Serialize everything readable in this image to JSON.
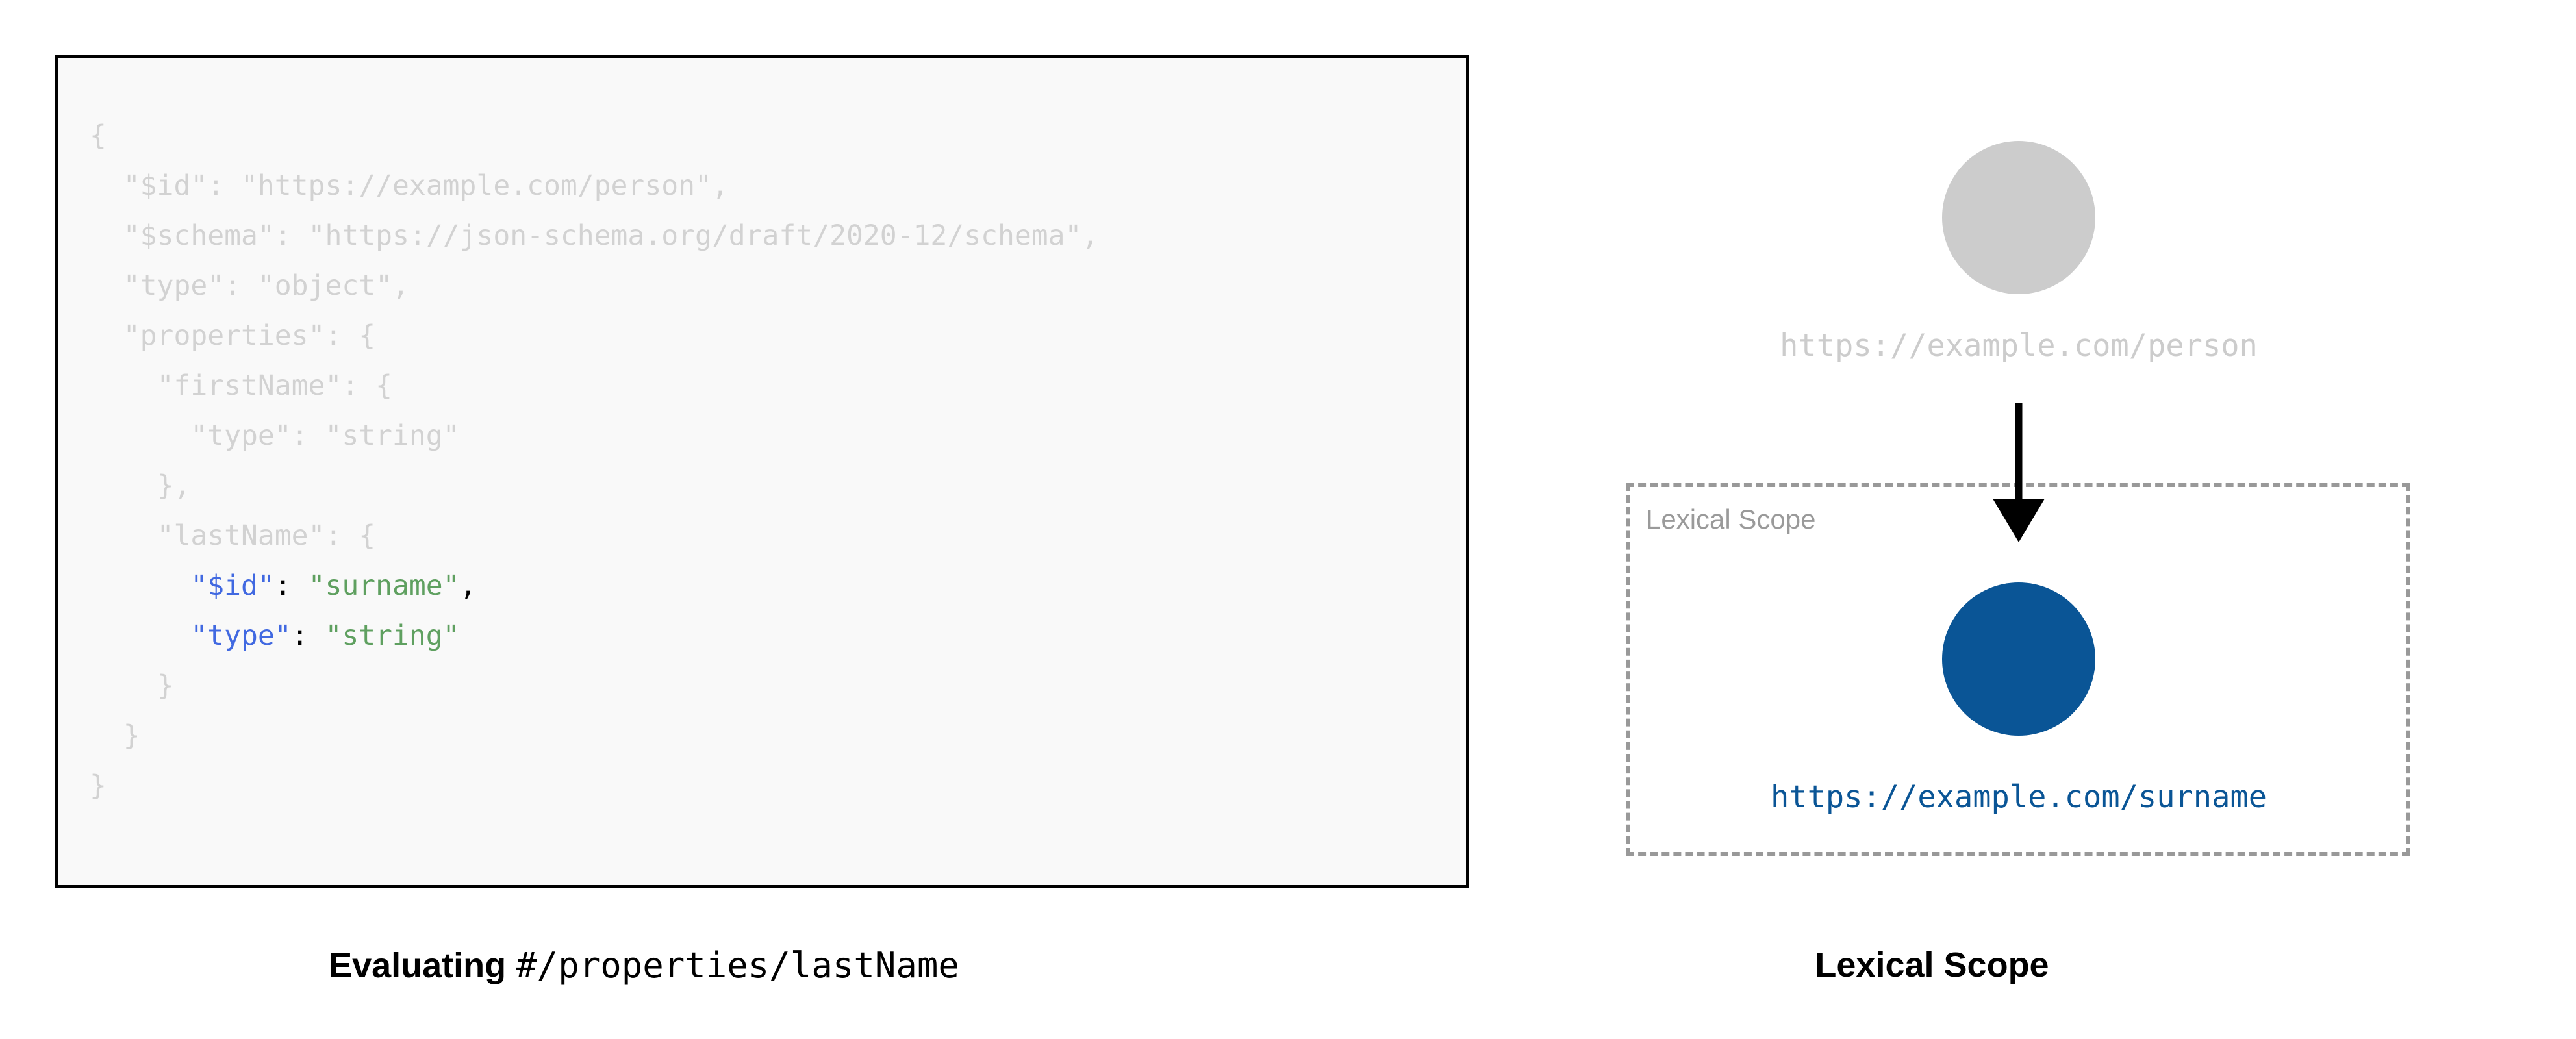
{
  "figure": {
    "left": {
      "caption_prefix": "Evaluating",
      "caption_pointer": "#/properties/lastName",
      "code_language": "json",
      "code_lines": [
        {
          "indent": 0,
          "segments": [
            {
              "t": "{",
              "c": "dim"
            }
          ]
        },
        {
          "indent": 1,
          "segments": [
            {
              "t": "\"$id\": \"https://example.com/person\",",
              "c": "dim"
            }
          ]
        },
        {
          "indent": 1,
          "segments": [
            {
              "t": "\"$schema\": \"https://json-schema.org/draft/2020-12/schema\",",
              "c": "dim"
            }
          ]
        },
        {
          "indent": 1,
          "segments": [
            {
              "t": "\"type\": \"object\",",
              "c": "dim"
            }
          ]
        },
        {
          "indent": 1,
          "segments": [
            {
              "t": "\"properties\": {",
              "c": "dim"
            }
          ]
        },
        {
          "indent": 2,
          "segments": [
            {
              "t": "\"firstName\": {",
              "c": "dim"
            }
          ]
        },
        {
          "indent": 3,
          "segments": [
            {
              "t": "\"type\": \"string\"",
              "c": "dim"
            }
          ]
        },
        {
          "indent": 2,
          "segments": [
            {
              "t": "},",
              "c": "dim"
            }
          ]
        },
        {
          "indent": 2,
          "segments": [
            {
              "t": "\"lastName\": {",
              "c": "dim"
            }
          ]
        },
        {
          "indent": 3,
          "segments": [
            {
              "t": "\"$id\"",
              "c": "key"
            },
            {
              "t": ": ",
              "c": "punc"
            },
            {
              "t": "\"surname\"",
              "c": "val"
            },
            {
              "t": ",",
              "c": "punc"
            }
          ]
        },
        {
          "indent": 3,
          "segments": [
            {
              "t": "\"type\"",
              "c": "key"
            },
            {
              "t": ": ",
              "c": "punc"
            },
            {
              "t": "\"string\"",
              "c": "val"
            }
          ]
        },
        {
          "indent": 2,
          "segments": [
            {
              "t": "}",
              "c": "dim"
            }
          ]
        },
        {
          "indent": 1,
          "segments": [
            {
              "t": "}",
              "c": "dim"
            }
          ]
        },
        {
          "indent": 0,
          "segments": [
            {
              "t": "}",
              "c": "dim"
            }
          ]
        }
      ]
    },
    "right": {
      "caption": "Lexical Scope",
      "scope_box_label": "Lexical Scope",
      "outer_node_label": "https://example.com/person",
      "inner_node_label": "https://example.com/surname",
      "arrow_name": "down-arrow-icon"
    }
  },
  "colors": {
    "code_dim": "#d2d2d2",
    "code_key": "#4169e1",
    "code_value": "#5fa060",
    "code_punctuation": "#000000",
    "code_background": "#f9f9f9",
    "code_border": "#000000",
    "outer_node": "#cccccc",
    "inner_node": "#0a5596",
    "scope_border": "#999999",
    "scope_label": "#9a9a9a",
    "page_background": "#ffffff"
  }
}
